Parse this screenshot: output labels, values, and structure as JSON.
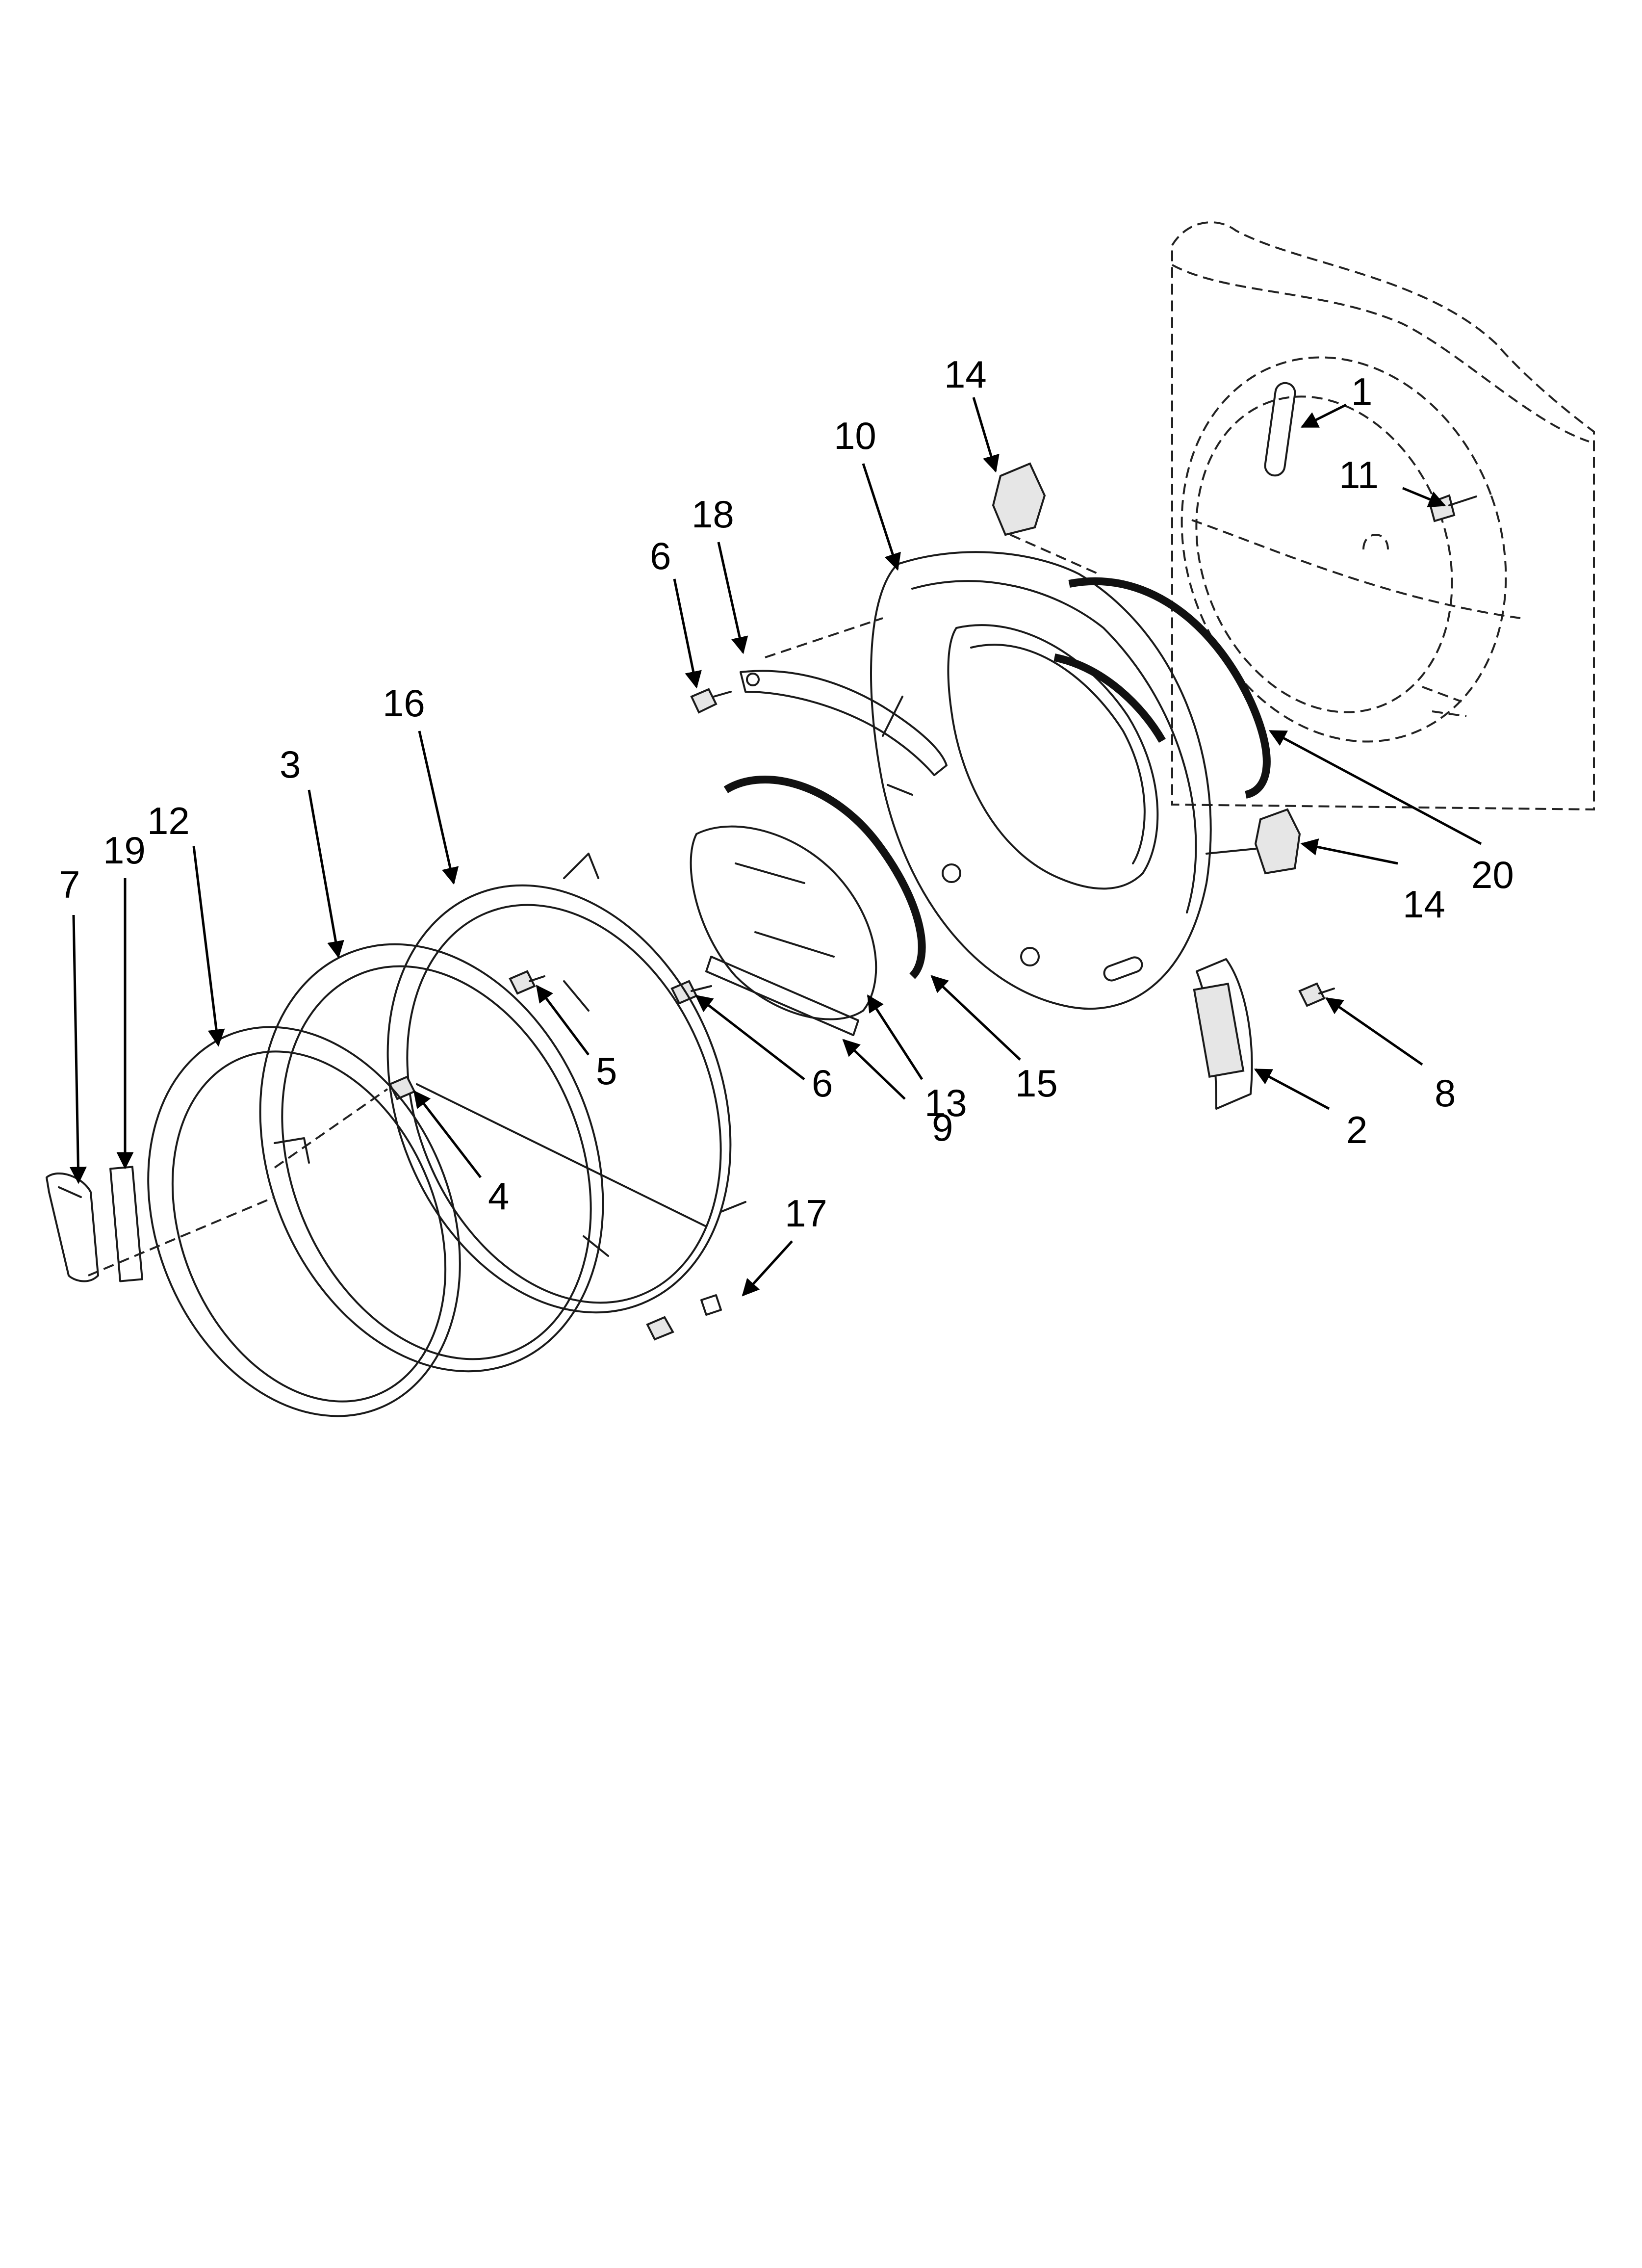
{
  "diagram": {
    "callouts": {
      "c1": "1",
      "c2": "2",
      "c3": "3",
      "c4": "4",
      "c5": "5",
      "c6a": "6",
      "c6b": "6",
      "c7": "7",
      "c8": "8",
      "c9": "9",
      "c10": "10",
      "c11": "11",
      "c12": "12",
      "c13": "13",
      "c14a": "14",
      "c14b": "14",
      "c15": "15",
      "c16": "16",
      "c17": "17",
      "c18": "18",
      "c19": "19",
      "c20": "20"
    }
  }
}
